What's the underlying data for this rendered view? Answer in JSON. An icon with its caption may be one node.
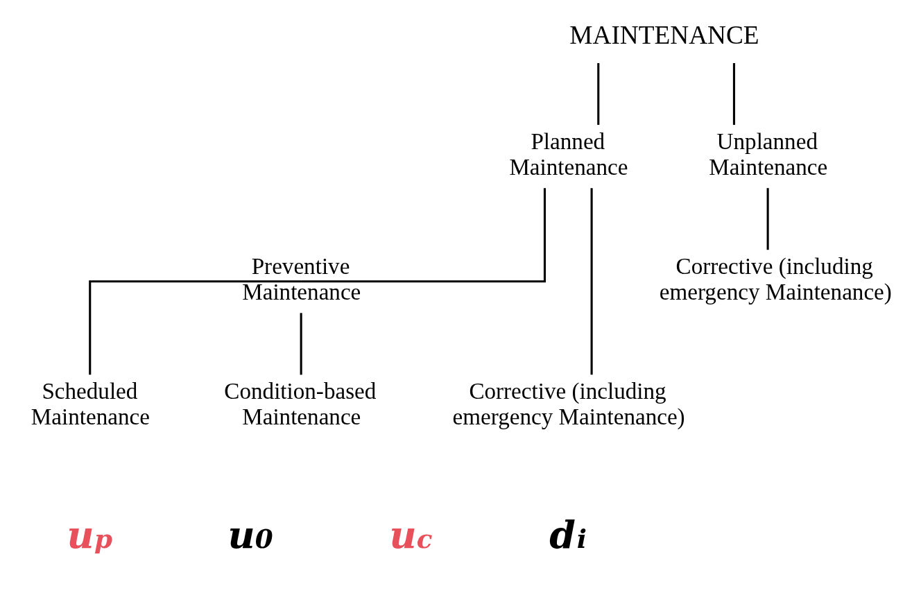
{
  "diagram": {
    "nodes": [
      {
        "text": [
          "MAINTENANCE"
        ]
      },
      {
        "text": [
          "Planned Maintenance"
        ]
      },
      {
        "text": [
          "Unplanned Maintenance"
        ]
      },
      {
        "text": [
          "Preventive Maintenance"
        ]
      },
      {
        "text": [
          "Corrective (including emergency Maintenance)"
        ]
      },
      {
        "text": [
          "Scheduled Maintenance"
        ]
      },
      {
        "text": [
          "Condition-based Maintenance"
        ]
      },
      {
        "text": [
          "Corrective (including emergency Maintenance)"
        ]
      }
    ],
    "edges": [
      {
        "from": 0,
        "to": 1,
        "arrow": "none"
      },
      {
        "from": 0,
        "to": 2,
        "arrow": "none"
      },
      {
        "from": 1,
        "to": 3,
        "arrow": "none"
      },
      {
        "from": 1,
        "to": 4,
        "arrow": "none"
      },
      {
        "from": 3,
        "to": 5,
        "arrow": "none"
      },
      {
        "from": 3,
        "to": 6,
        "arrow": "none"
      },
      {
        "from": 2,
        "to": 7,
        "arrow": "none"
      }
    ],
    "labels": [
      "u$_{p}$",
      "u$_{0}$",
      "u$_{c}$",
      "d$_{i}$"
    ]
  }
}
